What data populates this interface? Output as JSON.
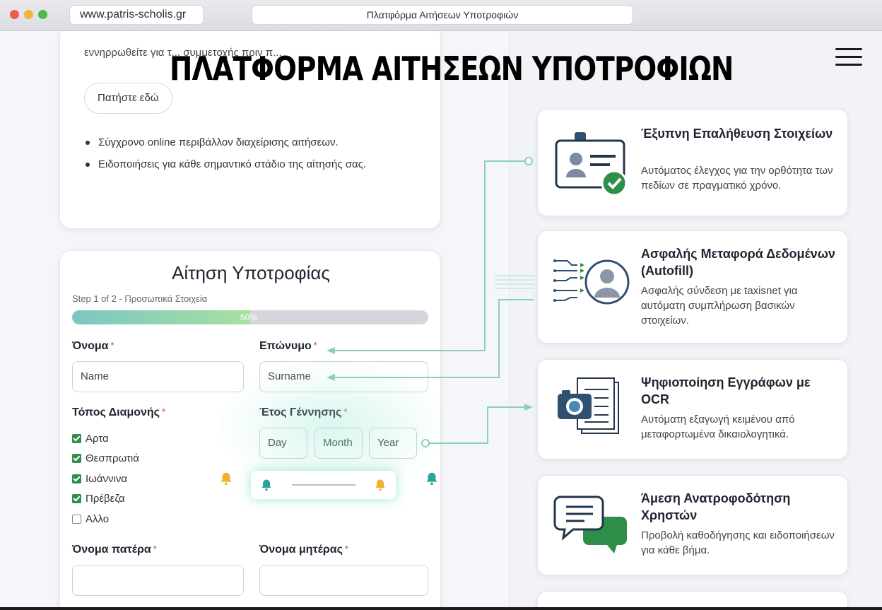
{
  "browser": {
    "url": "www.patris-scholis.gr",
    "tab_title": "Πλατφόρμα Αιτήσεων Υποτροφιών"
  },
  "header": {
    "title": "ΠΛΑΤΦΟΡΜΑ ΑΙΤΗΣΕΩΝ ΥΠΟΤΡΟΦΙΩΝ",
    "menu_icon": "hamburger-icon"
  },
  "intro": {
    "text": "εννηρρωθείτε για τ... συμμετοχής πριν π...",
    "button_label": "Πατήστε εδώ",
    "bullets": [
      "Σύγχρονο online περιβάλλον διαχείρισης αιτήσεων.",
      "Ειδοποιήσεις για κάθε σημαντικό στάδιο της αίτησής σας."
    ]
  },
  "form": {
    "title": "Αίτηση Υποτροφίας",
    "step_label": "Step 1 of 2 - Προσωπικά Στοιχεία",
    "progress_percent": 50,
    "progress_text": "50%",
    "first_name_label": "Όνομα",
    "first_name_placeholder": "Name",
    "last_name_label": "Επώνυμο",
    "last_name_placeholder": "Surname",
    "residence_label": "Τόπος Διαμονής",
    "residence_options": [
      {
        "label": "Αρτα",
        "checked": true
      },
      {
        "label": "Θεσπρωτιά",
        "checked": true
      },
      {
        "label": "Ιωάννινα",
        "checked": true
      },
      {
        "label": "Πρέβεζα",
        "checked": true
      },
      {
        "label": "Αλλο",
        "checked": false
      }
    ],
    "birth_year_label": "Έτος Γέννησης",
    "day_placeholder": "Day",
    "month_placeholder": "Month",
    "year_placeholder": "Year",
    "father_label": "Όνομα πατέρα",
    "mother_label": "Όνομα μητέρας",
    "required_mark": "*"
  },
  "features": [
    {
      "title": "Έξυπνη Επαλήθευση Στοιχείων",
      "desc": "Αυτόματος έλεγχος για την ορθότητα των πεδίων σε πραγματικό χρόνο.",
      "icon": "id-card-check-icon"
    },
    {
      "title": "Ασφαλής Μεταφορά Δεδομένων (Autofill)",
      "desc": "Ασφαλής σύνδεση με taxisnet για αυτόματη συμπλήρωση βασικών στοιχείων.",
      "icon": "user-data-transfer-icon"
    },
    {
      "title": "Ψηφιοποίηση Εγγράφων με OCR",
      "desc": "Αυτόματη εξαγωγή κειμένου από μεταφορτωμένα δικαιολογητικά.",
      "icon": "camera-document-icon"
    },
    {
      "title": "Άμεση Ανατροφοδότηση Χρηστών",
      "desc": "Προβολή καθοδήγησης και ειδοποιήσεων για κάθε βήμα.",
      "icon": "chat-bubbles-icon"
    }
  ],
  "colors": {
    "accent_green": "#2f8f4a",
    "progress_start": "#7cc6c4",
    "progress_end": "#a8e0a0",
    "connector": "#8ccfbb",
    "bell_yellow": "#f2b12b",
    "bell_teal": "#2aa39a"
  }
}
